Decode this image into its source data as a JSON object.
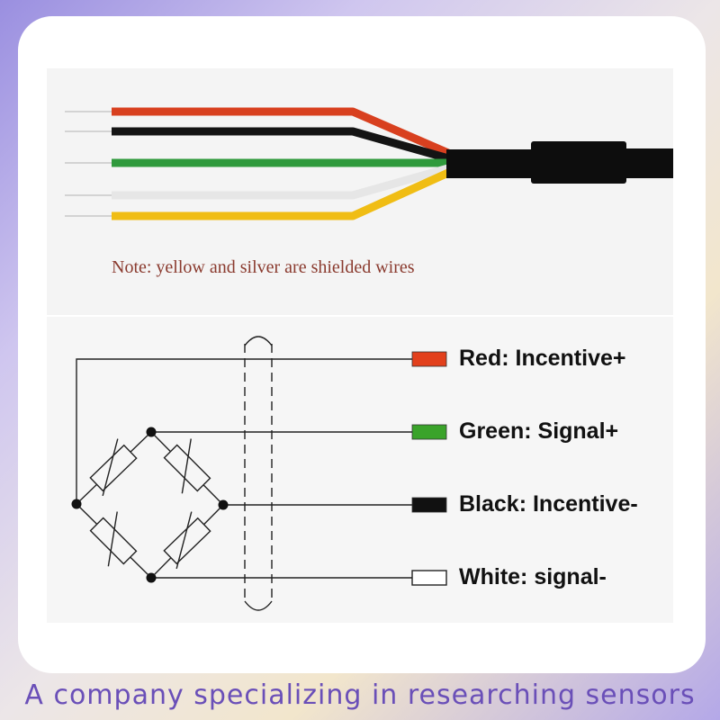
{
  "note": "Note: yellow and silver are shielded wires",
  "legend": [
    {
      "label": "Red: Incentive+",
      "color": "#e2401c"
    },
    {
      "label": "Green: Signal+",
      "color": "#3aa32a"
    },
    {
      "label": "Black: Incentive-",
      "color": "#111111"
    },
    {
      "label": "White: signal-",
      "color": "#ffffff"
    }
  ],
  "footer": "A company specializing in researching sensors",
  "wire_colors": {
    "red": "#d8401f",
    "black": "#141414",
    "green": "#2f9a3c",
    "silver": "#e6e6e6",
    "yellow": "#f0bd14",
    "cable": "#0d0d0d"
  }
}
